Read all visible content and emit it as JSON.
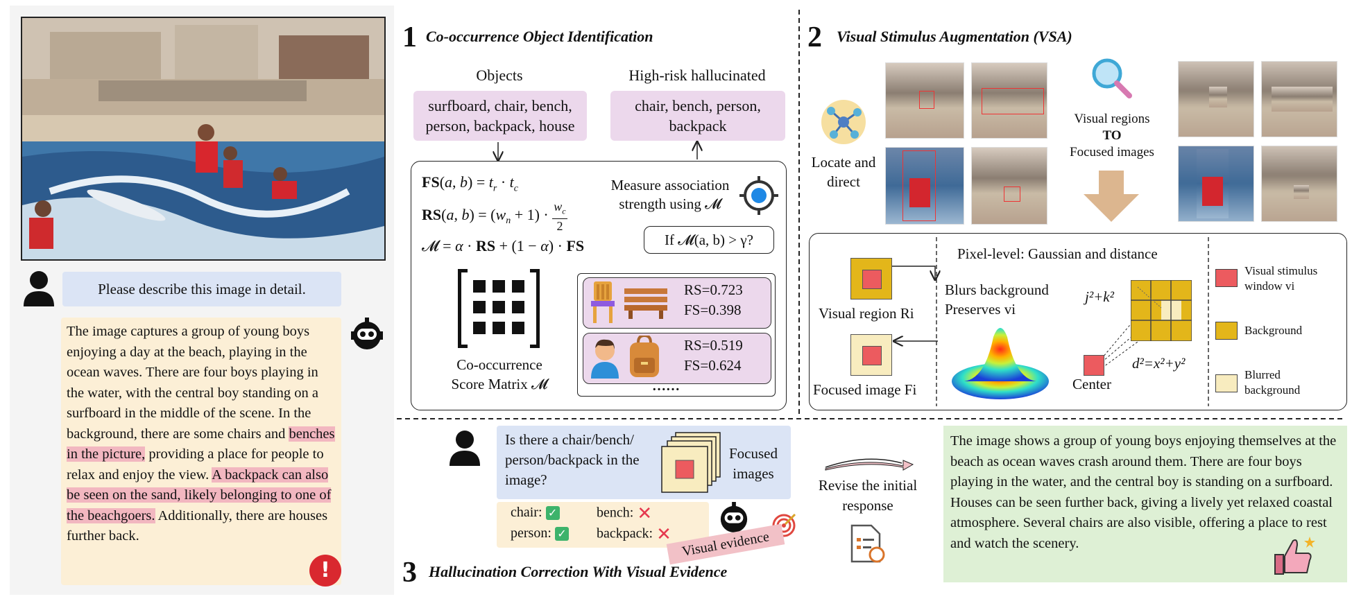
{
  "left": {
    "user_prompt": "Please describe this image in detail.",
    "response_segments": [
      {
        "text": "The image captures a group of young boys enjoying a day at the beach, playing in the ocean waves. There are four boys playing in the water, with the central boy standing on a surfboard in the middle of the scene. In the background, there are some chairs and ",
        "hl": false
      },
      {
        "text": "benches in the picture,",
        "hl": true
      },
      {
        "text": " providing a place for people to relax and enjoy the view. ",
        "hl": false
      },
      {
        "text": "A backpack can also be seen on the sand, likely belonging to one of the beachgoers.",
        "hl": true
      },
      {
        "text": " Additionally, there are houses further back.",
        "hl": false
      }
    ],
    "alert_symbol": "!"
  },
  "section1": {
    "number": "1",
    "title": "Co-occurrence Object Identification",
    "objects_header": "Objects",
    "objects_list": "surfboard, chair, bench, person, backpack, house",
    "highrisk_header": "High-risk hallucinated",
    "highrisk_list": "chair, bench, person, backpack",
    "measure_text": "Measure association strength using 𝓜",
    "condition": "If 𝓜(a, b) > γ?",
    "matrix_caption_1": "Co-occurrence",
    "matrix_caption_2": "Score Matrix 𝓜",
    "pair1": {
      "rs": "RS=0.723",
      "fs": "FS=0.398"
    },
    "pair2": {
      "rs": "RS=0.519",
      "fs": "FS=0.624"
    },
    "more": "……"
  },
  "section2": {
    "number": "2",
    "title": "Visual Stimulus Augmentation (VSA)",
    "locate_label": "Locate and direct",
    "regions_line1": "Visual regions",
    "regions_line2": "TO",
    "regions_line3": "Focused images",
    "pixel_title": "Pixel-level: Gaussian and distance",
    "visual_region_label": "Visual region Ri",
    "focused_image_label": "Focused image Fi",
    "blur_line1": "Blurs background",
    "blur_line2": "Preserves vi",
    "formula_top": "j²+k²",
    "formula_bottom": "d²=x²+y²",
    "center_label": "Center",
    "legend": [
      {
        "label": "Visual stimulus window vi",
        "color": "#ec5b5f"
      },
      {
        "label": "Background",
        "color": "#e3b61a"
      },
      {
        "label": "Blurred background",
        "color": "#f8ecbf"
      }
    ]
  },
  "section3": {
    "number": "3",
    "title": "Hallucination Correction With Visual Evidence",
    "question": "Is there a chair/bench/ person/backpack in the image?",
    "focused_images_label": "Focused images",
    "answers": [
      {
        "name": "chair:",
        "ok": true
      },
      {
        "name": "bench:",
        "ok": false
      },
      {
        "name": "person:",
        "ok": true
      },
      {
        "name": "backpack:",
        "ok": false
      }
    ],
    "visual_evidence": "Visual evidence",
    "revise_label": "Revise the initial response",
    "final_response": "The image shows a group of young boys enjoying themselves at the beach as ocean waves crash around them. There are four boys playing in the water, and the central boy is standing on a surfboard. Houses can be seen further back, giving a lively yet relaxed coastal atmosphere. Several chairs are also visible, offering a place to rest and watch the scenery."
  },
  "colors": {
    "pink_box": "#ecd8ec",
    "prompt_blue": "#dbe4f5",
    "response_cream": "#fcefd6",
    "highlight": "#f2b7c0",
    "final_green": "#def0d5",
    "alert_red": "#d9282f",
    "arrow_tan": "#dcb68f"
  }
}
